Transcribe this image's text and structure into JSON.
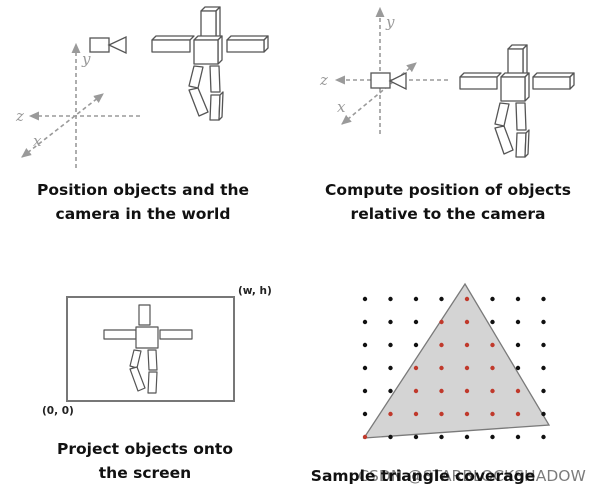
{
  "panels": {
    "world": {
      "caption_line1": "Position objects and the",
      "caption_line2": "camera in the world",
      "axis_labels": {
        "y": "y",
        "z": "z",
        "x": "x"
      }
    },
    "camera": {
      "caption_line1": "Compute position of objects",
      "caption_line2": "relative to the camera",
      "axis_labels": {
        "y": "y",
        "z": "z",
        "x": "x"
      }
    },
    "screen": {
      "caption_line1": "Project objects onto",
      "caption_line2": "the screen",
      "origin_label": "(0, 0)",
      "corner_label": "(w, h)"
    },
    "coverage": {
      "caption": "Sample triangle coverage",
      "watermark": "CSDN @STARBLOCKSHADOW",
      "grid_columns": 8,
      "grid_rows": 7,
      "inside_color": "#c0392b",
      "outside_color": "#111111",
      "triangle_fill": "#d4d4d4"
    }
  },
  "colors": {
    "axis": "#9a9a9a",
    "outline": "#555555",
    "box_fill": "#ffffff"
  }
}
